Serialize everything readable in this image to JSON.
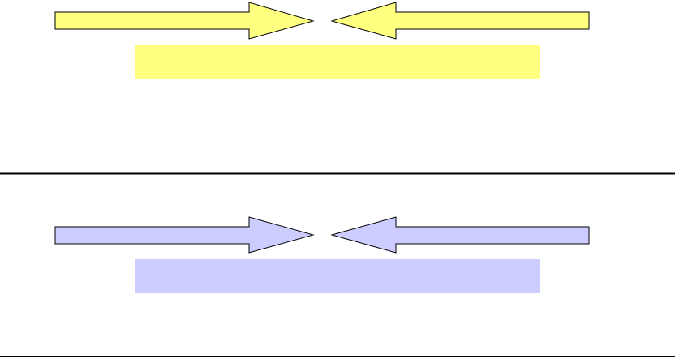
{
  "colors": {
    "background": "#ffffff",
    "top_arrow_fill": "#ffff80",
    "top_bar_fill": "#ffff80",
    "bottom_arrow_fill": "#ccccff",
    "bottom_bar_fill": "#ccccff",
    "outline": "#000000",
    "divider": "#000000"
  },
  "panels": [
    {
      "name": "top-panel",
      "arrows": [
        {
          "direction": "right",
          "icon": "arrow-right-icon"
        },
        {
          "direction": "left",
          "icon": "arrow-left-icon"
        }
      ],
      "bar": {
        "label": ""
      }
    },
    {
      "name": "bottom-panel",
      "arrows": [
        {
          "direction": "right",
          "icon": "arrow-right-icon"
        },
        {
          "direction": "left",
          "icon": "arrow-left-icon"
        }
      ],
      "bar": {
        "label": ""
      }
    }
  ]
}
